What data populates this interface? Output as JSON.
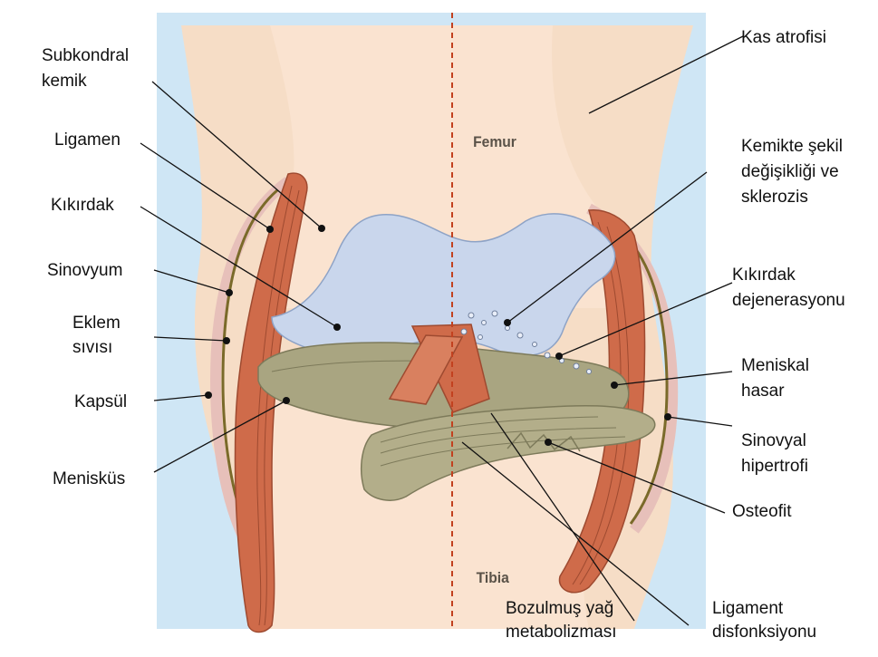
{
  "organs": {
    "femur": "Femur",
    "tibia": "Tibia"
  },
  "labels": {
    "subkondral_kemik_1": "Subkondral",
    "subkondral_kemik_2": "kemik",
    "ligamen": "Ligamen",
    "kikirdak": "Kıkırdak",
    "sinovyum": "Sinovyum",
    "eklem_sivisi_1": "Eklem",
    "eklem_sivisi_2": "sıvısı",
    "kapsul": "Kapsül",
    "meniskus": "Menisküs",
    "kas_atrofisi": "Kas atrofisi",
    "kemik_sekil_1": "Kemikte şekil",
    "kemik_sekil_2": "değişikliği ve",
    "kemik_sekil_3": "sklerozis",
    "kikirdak_dej_1": "Kıkırdak",
    "kikirdak_dej_2": "dejenerasyonu",
    "meniskal_1": "Meniskal",
    "meniskal_2": "hasar",
    "sinovyal_1": "Sinovyal",
    "sinovyal_2": "hipertrofi",
    "osteofit": "Osteofit",
    "bozulmus_1": "Bozulmuş yağ",
    "bozulmus_2": "metabolizması",
    "ligament_dis_1": "Ligament",
    "ligament_dis_2": "disfonksiyonu"
  },
  "colors": {
    "background": "#cfe6f5",
    "bone": "#fae3d0",
    "skin": "#f6ddc6",
    "cartilage": "#c9d6ec",
    "muscle": "#cf6b4a",
    "meniscus": "#a9a581",
    "synovium": "#e7c0ba",
    "midline": "#c2411f"
  }
}
